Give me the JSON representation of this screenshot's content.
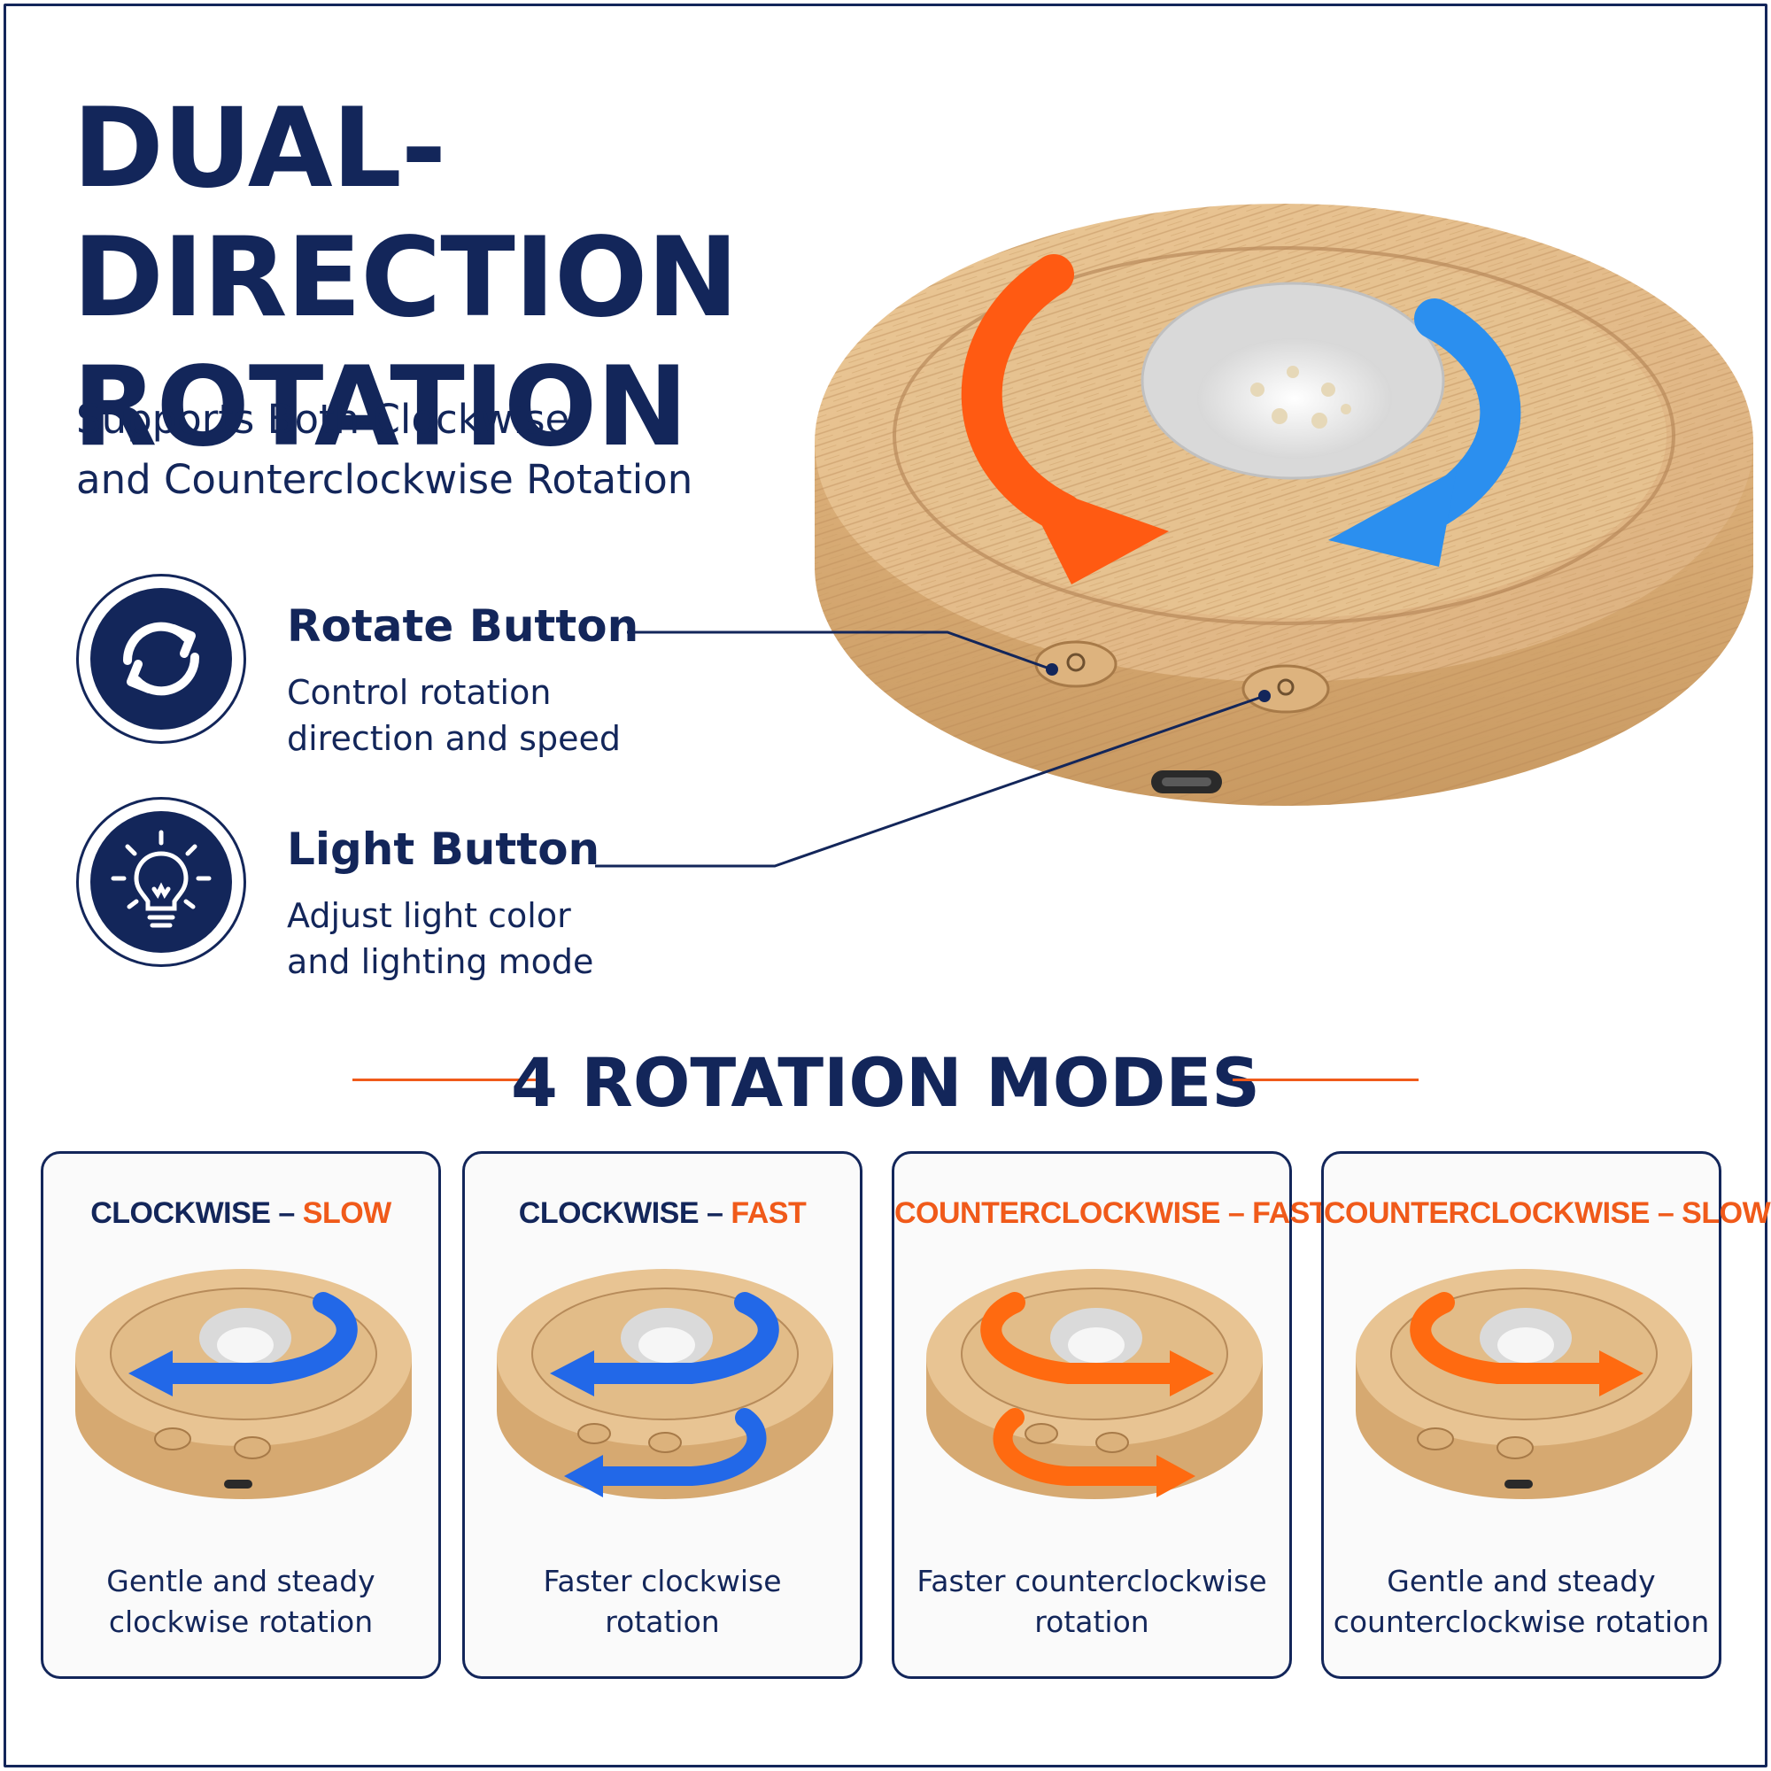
{
  "header": {
    "title_line1": "DUAL-DIRECTION",
    "title_line2": "ROTATION",
    "subtitle_line1": "Supports Both Clockwise",
    "subtitle_line2": "and Counterclockwise Rotation"
  },
  "features": {
    "rotate": {
      "title": "Rotate Button",
      "desc_line1": "Control rotation",
      "desc_line2": "direction and speed",
      "icon": "rotate-arrows-icon"
    },
    "light": {
      "title": "Light Button",
      "desc_line1": "Adjust light color",
      "desc_line2": "and lighting mode",
      "icon": "light-bulb-icon"
    }
  },
  "modes": {
    "title": "4 ROTATION MODES",
    "cards": [
      {
        "title_a": "CLOCKWISE –",
        "title_b": " SLOW",
        "desc_line1": "Gentle and steady",
        "desc_line2": "clockwise rotation"
      },
      {
        "title_a": "CLOCKWISE –",
        "title_b": " FAST",
        "desc_line1": "Faster clockwise",
        "desc_line2": "rotation"
      },
      {
        "title_a": "",
        "title_b": "COUNTERCLOCKWISE – FAST",
        "desc_line1": "Faster counterclockwise",
        "desc_line2": "rotation"
      },
      {
        "title_a": "",
        "title_b": "COUNTERCLOCKWISE – SLOW",
        "desc_line1": "Gentle and steady",
        "desc_line2": "counterclockwise rotation"
      }
    ]
  },
  "colors": {
    "navy": "#13265a",
    "accent_orange": "#f05a1a",
    "accent_blue": "#2b8fef",
    "wood": "#e3bc8a"
  }
}
